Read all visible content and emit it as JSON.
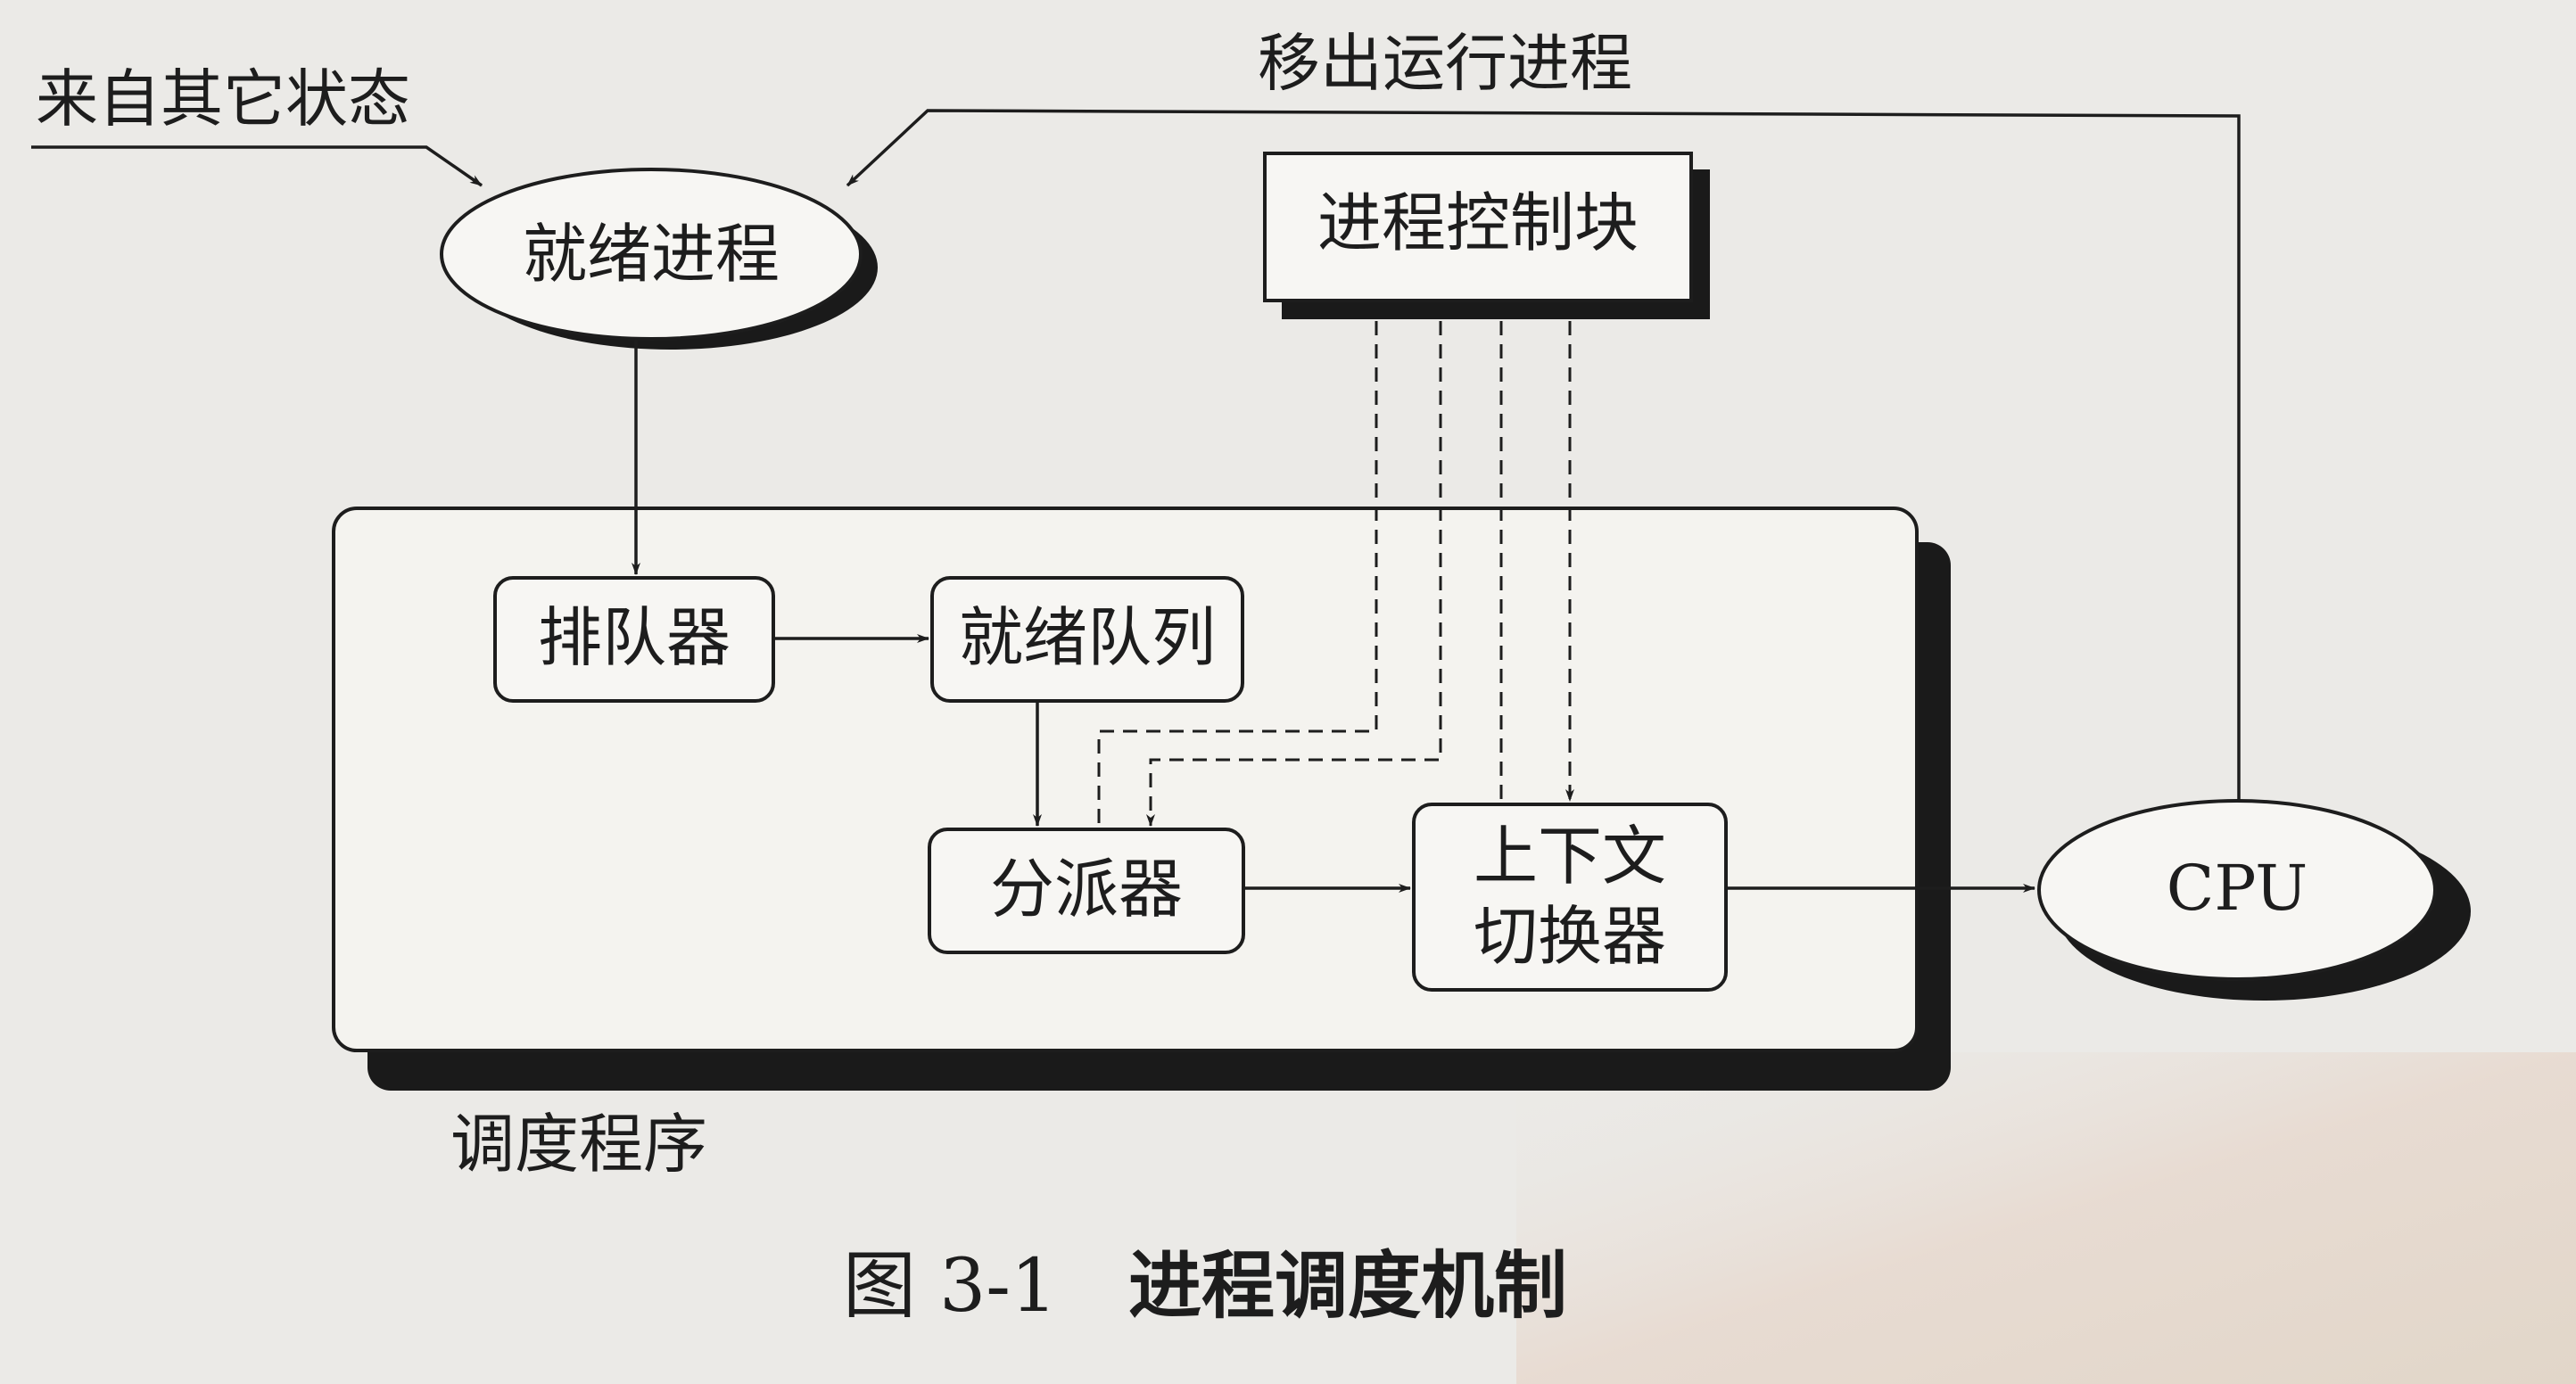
{
  "diagram": {
    "labels": {
      "from_other_states": "来自其它状态",
      "move_out_running": "移出运行进程",
      "ready_process": "就绪进程",
      "pcb": "进程控制块",
      "enqueuer": "排队器",
      "ready_queue": "就绪队列",
      "dispatcher": "分派器",
      "context_switch_line1": "上下文",
      "context_switch_line2": "切换器",
      "cpu": "CPU",
      "scheduler": "调度程序"
    },
    "caption": {
      "number": "图 3-1",
      "title": "进程调度机制"
    }
  },
  "colors": {
    "background": "#ebeae7",
    "ink": "#1d1d1d",
    "box_fill": "#f7f6f3",
    "shadow": "#1a1a1a"
  }
}
